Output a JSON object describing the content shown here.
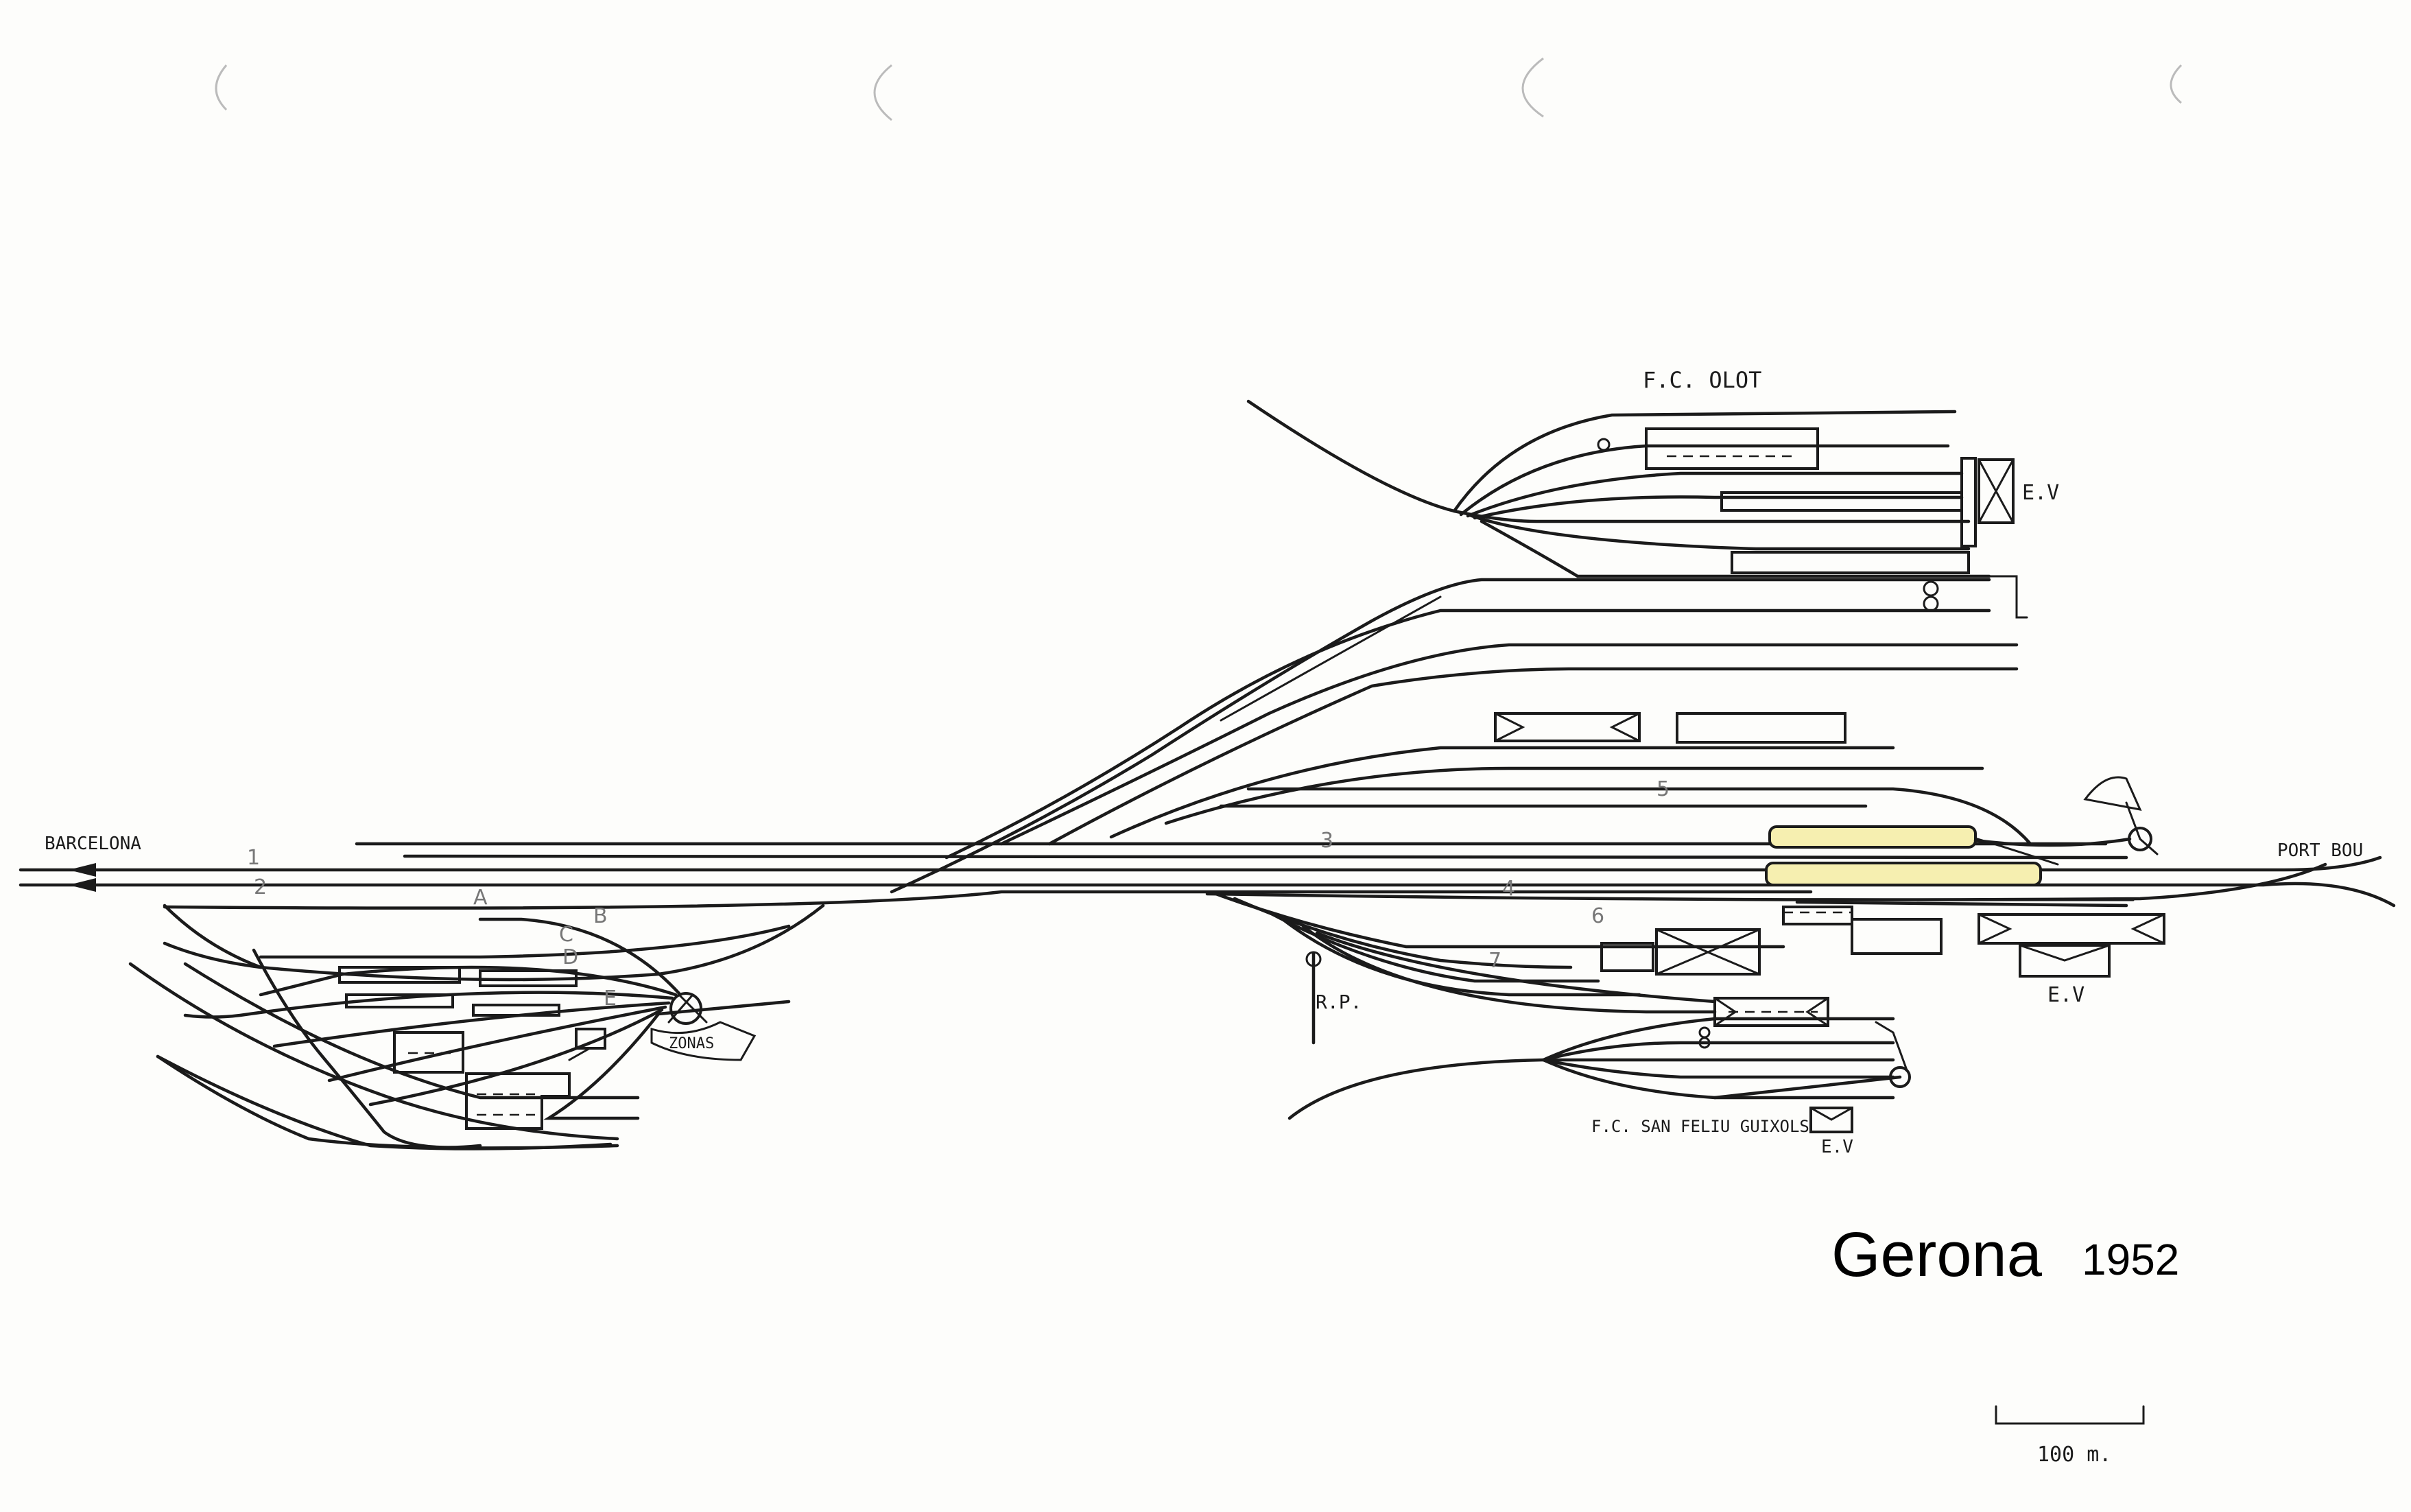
{
  "title": "Gerona",
  "year": "1952",
  "labels": {
    "olot": "F.C.  OLOT",
    "ev": "E.V",
    "barcelona": "BARCELONA",
    "portbou": "PORT BOU",
    "rp": "R.P.",
    "zonas": "ZONAS",
    "sanfeliu": "F.C. SAN FELIU GUIXOLS"
  },
  "track_numbers": [
    "1",
    "2",
    "3",
    "4",
    "5",
    "6",
    "7"
  ],
  "track_letters": [
    "A",
    "B",
    "C",
    "D",
    "E"
  ],
  "scale_label": "100 m.",
  "colors": {
    "platform_fill": "#f6efb0",
    "ink": "#1b1b1b",
    "paper": "#fdfdfb"
  }
}
